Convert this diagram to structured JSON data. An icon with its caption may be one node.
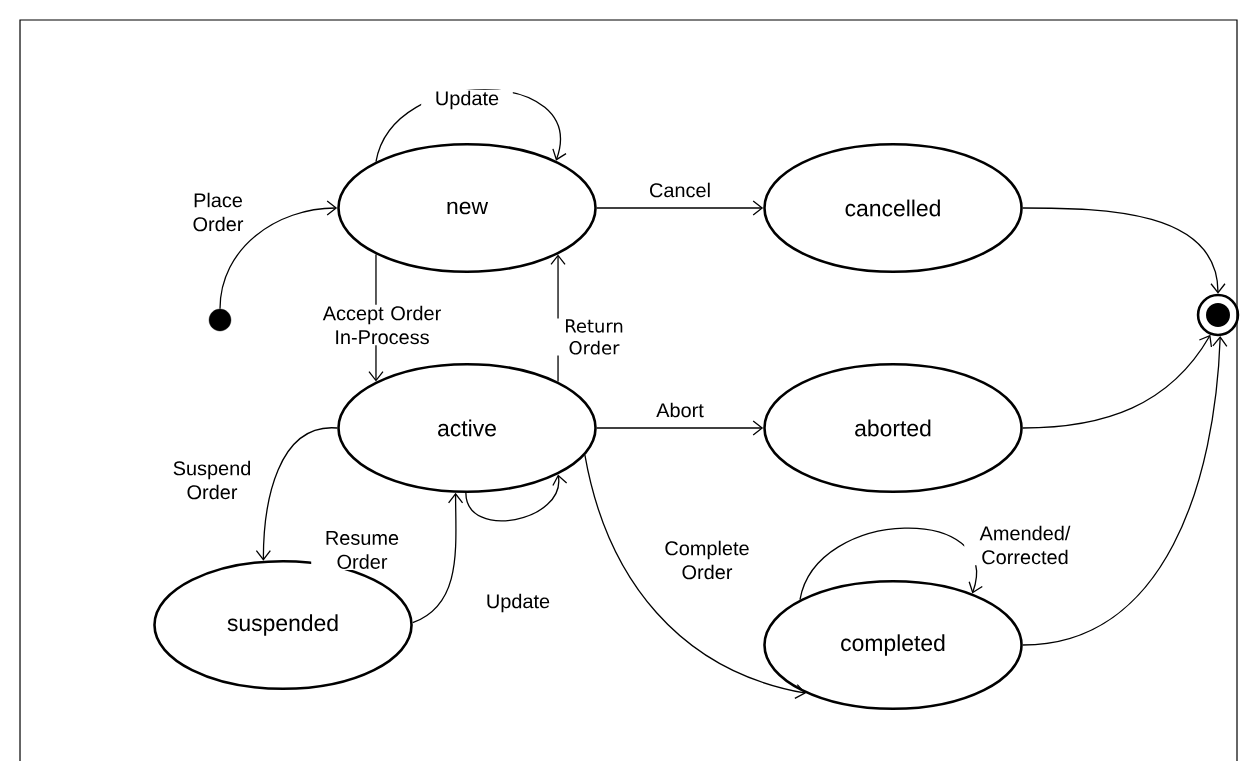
{
  "diagram": {
    "nodes": [
      {
        "text": [
          "new"
        ]
      },
      {
        "text": [
          "cancelled"
        ]
      },
      {
        "text": [],
        "shape": "circle"
      },
      {
        "text": [
          "active"
        ]
      },
      {
        "text": [
          "aborted"
        ]
      },
      {
        "text": [],
        "shape": "circle"
      },
      {
        "text": [
          "suspended"
        ]
      },
      {
        "text": [
          "completed"
        ]
      }
    ],
    "edges": [
      {
        "from": 2,
        "to": 0,
        "arrow": "to",
        "label": "Place Order"
      },
      {
        "from": 0,
        "to": 0,
        "arrow": "to",
        "label": "Update"
      },
      {
        "from": 0,
        "to": 1,
        "arrow": "to",
        "label": "Cancel"
      },
      {
        "from": 0,
        "to": 3,
        "arrow": "to",
        "label": "Accept Order In-Process"
      },
      {
        "from": 3,
        "to": 0,
        "arrow": "to",
        "label": "Return Order"
      },
      {
        "from": 1,
        "to": 5,
        "arrow": "to"
      },
      {
        "from": 3,
        "to": 4,
        "arrow": "to",
        "label": "Abort"
      },
      {
        "from": 4,
        "to": 5,
        "arrow": "to"
      },
      {
        "from": 3,
        "to": 6,
        "arrow": "to",
        "label": "Suspend Order"
      },
      {
        "from": 6,
        "to": 3,
        "arrow": "to",
        "label": "Resume Order"
      },
      {
        "from": 3,
        "to": 3,
        "arrow": "to",
        "label": "Update"
      },
      {
        "from": 3,
        "to": 7,
        "arrow": "to",
        "label": "Complete Order"
      },
      {
        "from": 7,
        "to": 7,
        "arrow": "to",
        "label": "Amended/ Corrected"
      },
      {
        "from": 7,
        "to": 5,
        "arrow": "to"
      }
    ]
  }
}
